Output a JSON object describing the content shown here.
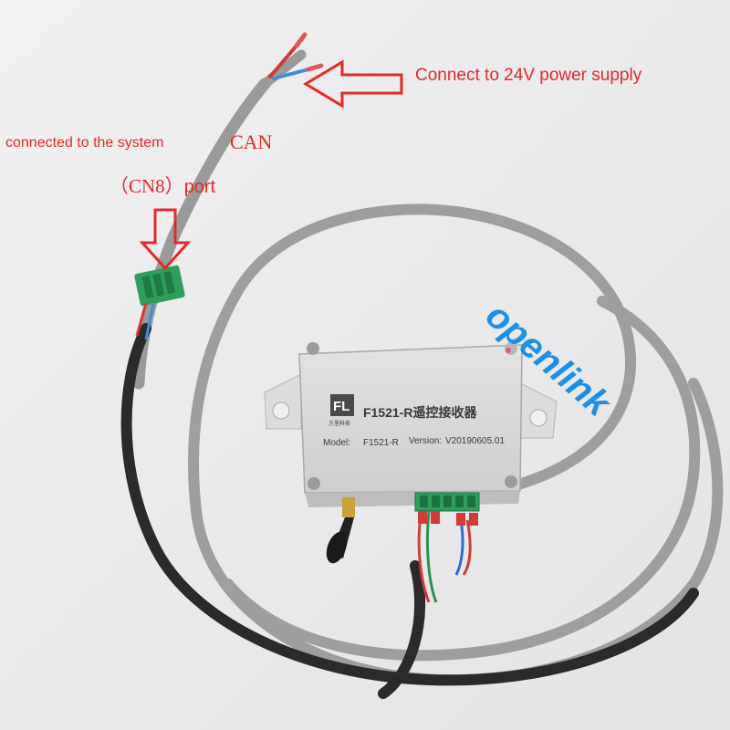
{
  "annotations": {
    "power_label": "Connect to 24V power supply",
    "system_label_prefix": "connected to the system ",
    "system_label_can": "CAN",
    "port_label_cn8": "（CN8）",
    "port_label_suffix": "port"
  },
  "watermark": "openlink",
  "device": {
    "logo_text": "FL",
    "logo_subtext": "方里科技",
    "title": "F1521-R遥控接收器",
    "model_label": "Model:",
    "model_value": "F1521-R",
    "version_label": "Version:",
    "version_value": "V20190605.01"
  },
  "colors": {
    "annotation_red": "#e32a2a",
    "watermark_blue": "#1e8fe6",
    "cable_gray": "#9c9c9c",
    "cable_dark": "#2b2b2b",
    "enclosure": "#d9d9d7",
    "terminal_green": "#2f9e5c"
  }
}
